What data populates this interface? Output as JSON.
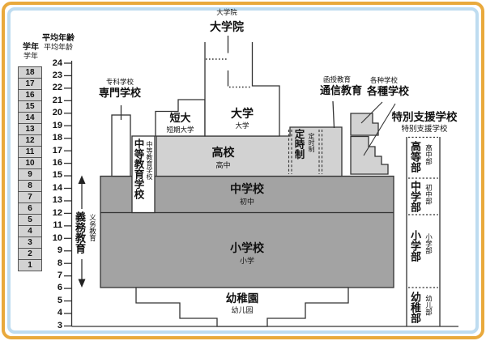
{
  "colors": {
    "frame_orange": "#e9a93c",
    "frame_blue": "#bedcf0",
    "light_gray": "#d2d2d2",
    "dark_gray": "#a3a3a3",
    "line": "#333333"
  },
  "grade_column": {
    "header_jp": "学年",
    "header_cn": "学年",
    "grades": [
      "18",
      "17",
      "16",
      "15",
      "14",
      "13",
      "12",
      "11",
      "10",
      "9",
      "8",
      "7",
      "6",
      "5",
      "4",
      "3",
      "2",
      "1"
    ]
  },
  "age_axis": {
    "header_jp": "平均年齢",
    "header_cn": "平均年龄",
    "ages": [
      "24",
      "23",
      "22",
      "21",
      "20",
      "19",
      "18",
      "17",
      "16",
      "15",
      "14",
      "13",
      "12",
      "11",
      "10",
      "9",
      "8",
      "7",
      "6",
      "5",
      "4",
      "3"
    ]
  },
  "compulsory": {
    "jp": "義務教育",
    "cn": "义务教育"
  },
  "schools": {
    "graduate_school": {
      "jp": "大学院",
      "cn": "大学院"
    },
    "university": {
      "jp": "大学",
      "cn": "大学"
    },
    "junior_college": {
      "jp": "短大",
      "cn": "短期大学"
    },
    "vocational_college": {
      "jp": "専門学校",
      "cn": "专科学校"
    },
    "secondary_school": {
      "jp": "中等教育学校",
      "cn": "中等教育学校"
    },
    "high_school": {
      "jp": "高校",
      "cn": "高中"
    },
    "part_time": {
      "jp": "定時制",
      "cn": "定时制"
    },
    "correspondence": {
      "jp": "通信教育",
      "cn": "函授教育"
    },
    "misc_schools": {
      "jp": "各種学校",
      "cn": "各种学校"
    },
    "special_support": {
      "jp": "特別支援学校",
      "cn": "特别支援学校"
    },
    "junior_high": {
      "jp": "中学校",
      "cn": "初中"
    },
    "elementary": {
      "jp": "小学校",
      "cn": "小学"
    },
    "kindergarten": {
      "jp": "幼稚園",
      "cn": "幼儿园"
    }
  },
  "special_support_sections": [
    {
      "jp": "高等部",
      "cn": "高中部"
    },
    {
      "jp": "中学部",
      "cn": "初中部"
    },
    {
      "jp": "小学部",
      "cn": "小学部"
    },
    {
      "jp": "幼稚部",
      "cn": "幼儿部"
    }
  ]
}
